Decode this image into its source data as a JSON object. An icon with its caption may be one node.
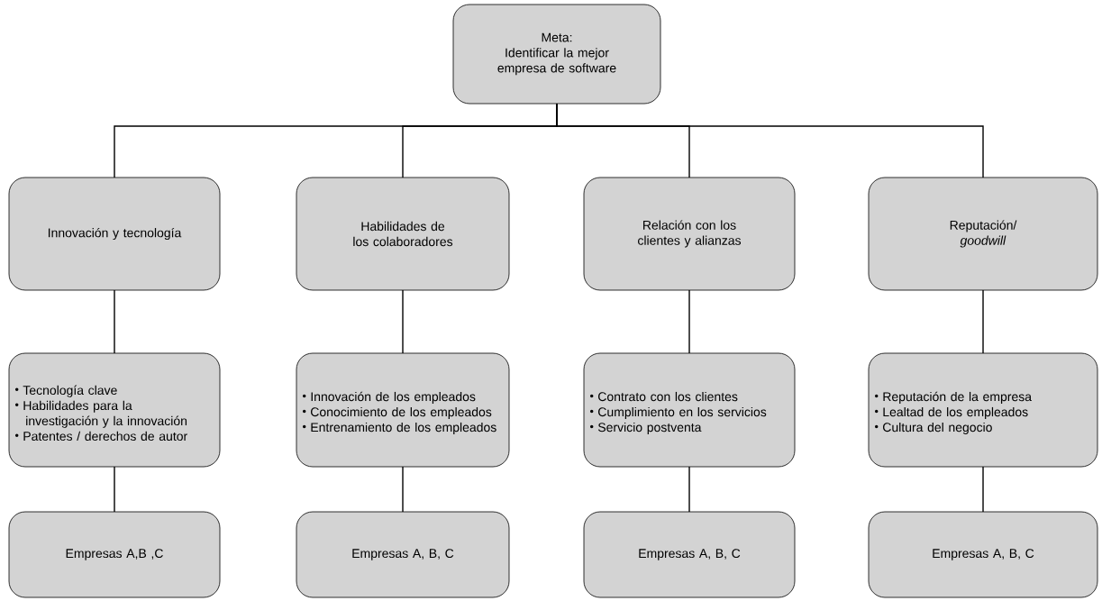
{
  "diagram": {
    "nodes": [
      {
        "text": [
          "Meta:",
          "Identificar la mejor empresa de software"
        ]
      },
      {
        "text": [
          "Innovación y tecnología"
        ]
      },
      {
        "text": [
          "Habilidades de los colaboradores"
        ]
      },
      {
        "text": [
          "Relación con los clientes y alianzas"
        ]
      },
      {
        "text": [
          "Reputación/ *goodwill*"
        ]
      },
      {
        "text": [
          "Tecnología clave",
          "Habilidades para la investigación y la innovación",
          "Patentes / derechos de autor"
        ]
      },
      {
        "text": [
          "Innovación de los empleados",
          "Conocimiento de los empleados",
          "Entrenamiento de los empleados"
        ]
      },
      {
        "text": [
          "Contrato con los clientes",
          "Cumplimiento en los servicios",
          "Servicio postventa"
        ]
      },
      {
        "text": [
          "Reputación de la empresa",
          "Lealtad de los empleados",
          "Cultura del negocio"
        ]
      },
      {
        "text": [
          "Empresas A,B ,C"
        ]
      },
      {
        "text": [
          "Empresas A, B, C"
        ]
      },
      {
        "text": [
          "Empresas A, B, C"
        ]
      },
      {
        "text": [
          "Empresas A, B, C"
        ]
      }
    ],
    "edges": [
      {
        "from": 0,
        "to": 1,
        "arrow": "none"
      },
      {
        "from": 0,
        "to": 2,
        "arrow": "none"
      },
      {
        "from": 0,
        "to": 3,
        "arrow": "none"
      },
      {
        "from": 0,
        "to": 4,
        "arrow": "none"
      },
      {
        "from": 1,
        "to": 5,
        "arrow": "none"
      },
      {
        "from": 2,
        "to": 6,
        "arrow": "none"
      },
      {
        "from": 3,
        "to": 7,
        "arrow": "none"
      },
      {
        "from": 4,
        "to": 8,
        "arrow": "none"
      },
      {
        "from": 5,
        "to": 9,
        "arrow": "none"
      },
      {
        "from": 6,
        "to": 10,
        "arrow": "none"
      },
      {
        "from": 7,
        "to": 11,
        "arrow": "none"
      },
      {
        "from": 8,
        "to": 12,
        "arrow": "none"
      }
    ]
  }
}
